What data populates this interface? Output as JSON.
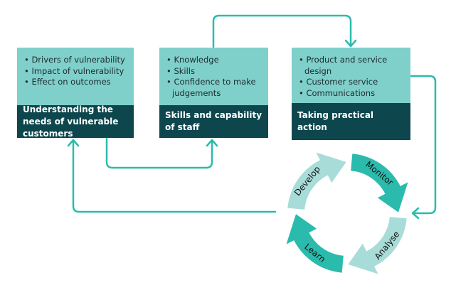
{
  "boxes": [
    {
      "items": [
        "Drivers of vulnerability",
        "Impact of vulnerability",
        "Effect on outcomes"
      ],
      "title": "Understanding the needs of vulnerable customers"
    },
    {
      "items": [
        "Knowledge",
        "Skills",
        "Confidence to make judgements"
      ],
      "title": "Skills and capability of staff"
    },
    {
      "items": [
        "Product and service design",
        "Customer service",
        "Communications"
      ],
      "title": "Taking practical action"
    }
  ],
  "cycle": [
    {
      "label": "Develop",
      "shade": "light"
    },
    {
      "label": "Monitor",
      "shade": "dark"
    },
    {
      "label": "Analyse",
      "shade": "light"
    },
    {
      "label": "Learn",
      "shade": "dark"
    }
  ],
  "colors": {
    "box_light": "#7fcfca",
    "box_dark": "#0d474d",
    "connector": "#2bbbad",
    "cycle_light": "#a8dcd9",
    "cycle_dark": "#2bbbad"
  }
}
